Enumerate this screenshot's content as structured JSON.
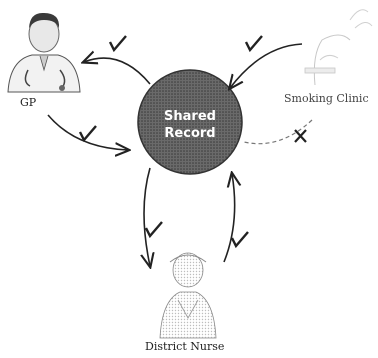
{
  "center": {
    "line1": "Shared",
    "line2": "Record"
  },
  "nodes": {
    "gp": "GP",
    "smoking": "Smoking Clinic",
    "nurse": "District Nurse"
  },
  "colors": {
    "center_fill": "#5a5a5a",
    "ink": "#222222"
  },
  "icons": {
    "check": "checkmark-icon",
    "cross": "cross-icon"
  }
}
